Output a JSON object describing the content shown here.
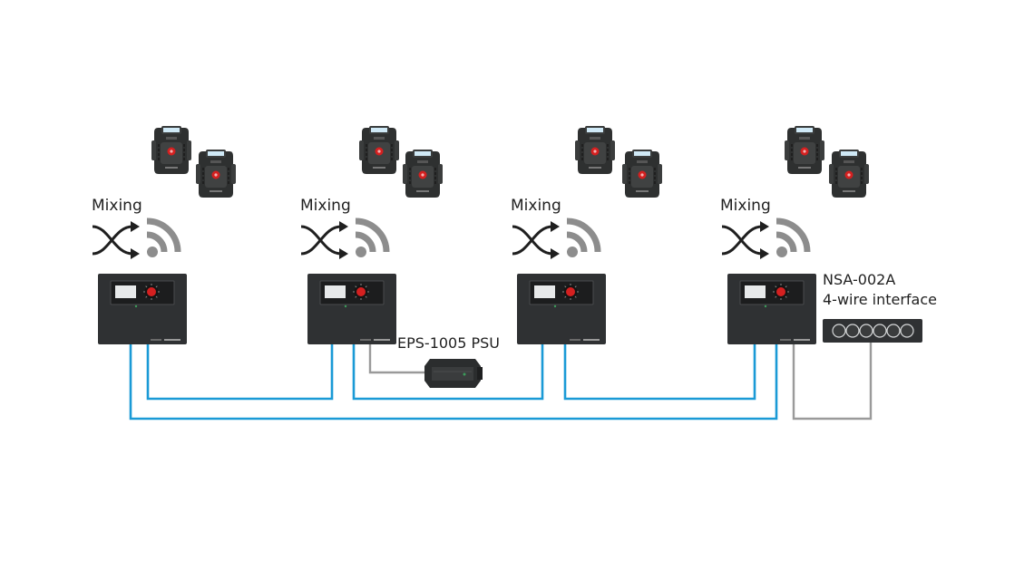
{
  "diagram": {
    "groups": [
      {
        "label": "Mixing"
      },
      {
        "label": "Mixing"
      },
      {
        "label": "Mixing"
      },
      {
        "label": "Mixing"
      }
    ],
    "psu": {
      "label": "EPS-1005 PSU"
    },
    "interface": {
      "line1": "NSA-002A",
      "line2": "4-wire interface"
    },
    "colors": {
      "bus_cable": "#1a9ad6",
      "power_cable": "#9a9a9a",
      "device_body": "#2f3133",
      "screen": "#e7e9ea",
      "knob_red": "#d42020",
      "wifi": "#8d8d8d"
    }
  }
}
